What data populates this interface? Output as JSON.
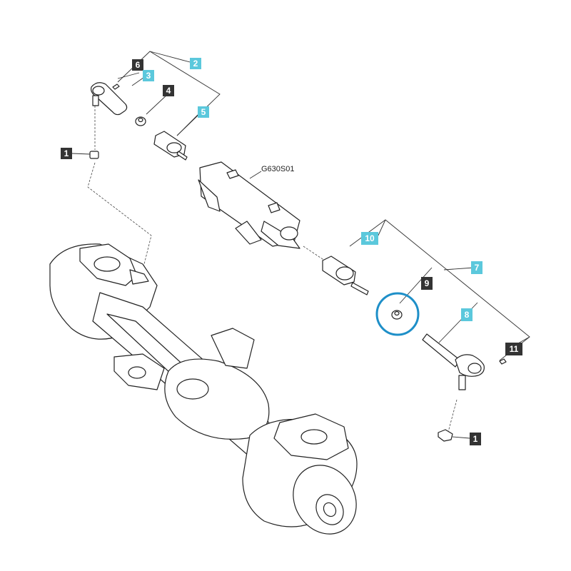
{
  "drawing_ref": "G630S01",
  "colors": {
    "callout_dark": "#333333",
    "callout_light": "#5bc8dc",
    "highlight_ring": "#1e8fc8",
    "line": "#222222"
  },
  "callouts": [
    {
      "id": "c6",
      "number": "6",
      "style": "dark"
    },
    {
      "id": "c3",
      "number": "3",
      "style": "light"
    },
    {
      "id": "c2",
      "number": "2",
      "style": "light"
    },
    {
      "id": "c4",
      "number": "4",
      "style": "dark"
    },
    {
      "id": "c5",
      "number": "5",
      "style": "light"
    },
    {
      "id": "c1a",
      "number": "1",
      "style": "dark"
    },
    {
      "id": "c10",
      "number": "10",
      "style": "light"
    },
    {
      "id": "c9",
      "number": "9",
      "style": "dark"
    },
    {
      "id": "c7",
      "number": "7",
      "style": "light"
    },
    {
      "id": "c8",
      "number": "8",
      "style": "light"
    },
    {
      "id": "c11",
      "number": "11",
      "style": "dark"
    },
    {
      "id": "c1b",
      "number": "1",
      "style": "dark"
    }
  ],
  "highlighted_part": "9"
}
